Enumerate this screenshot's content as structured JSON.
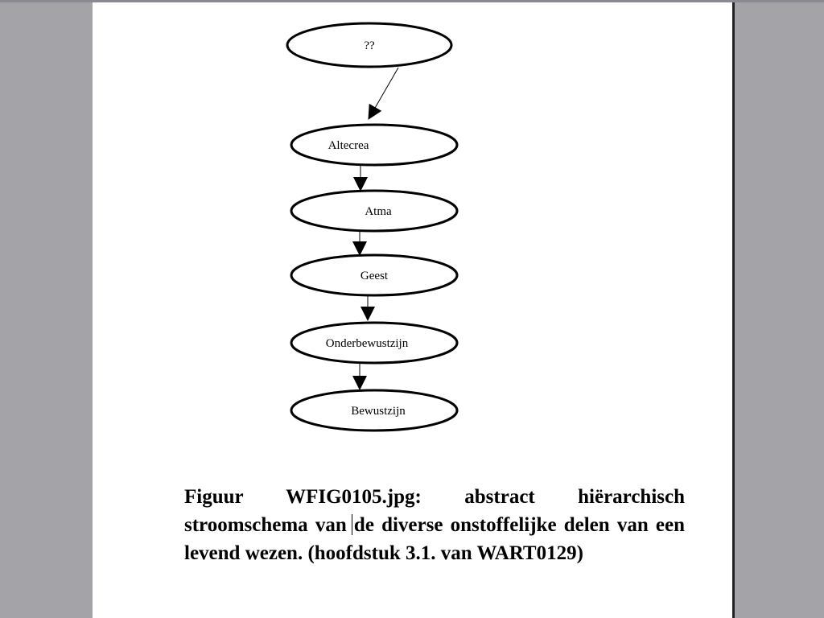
{
  "diagram": {
    "nodes": [
      {
        "label": "??"
      },
      {
        "label": "Altecrea"
      },
      {
        "label": "Atma"
      },
      {
        "label": "Geest"
      },
      {
        "label": "Onderbewustzijn"
      },
      {
        "label": "Bewustzijn"
      }
    ]
  },
  "caption": {
    "text": "Figuur WFIG0105.jpg: abstract hiërarchisch stroomschema van de diverse onstoffelijke delen van een levend wezen. (hoofdstuk 3.1. van WART0129)"
  }
}
